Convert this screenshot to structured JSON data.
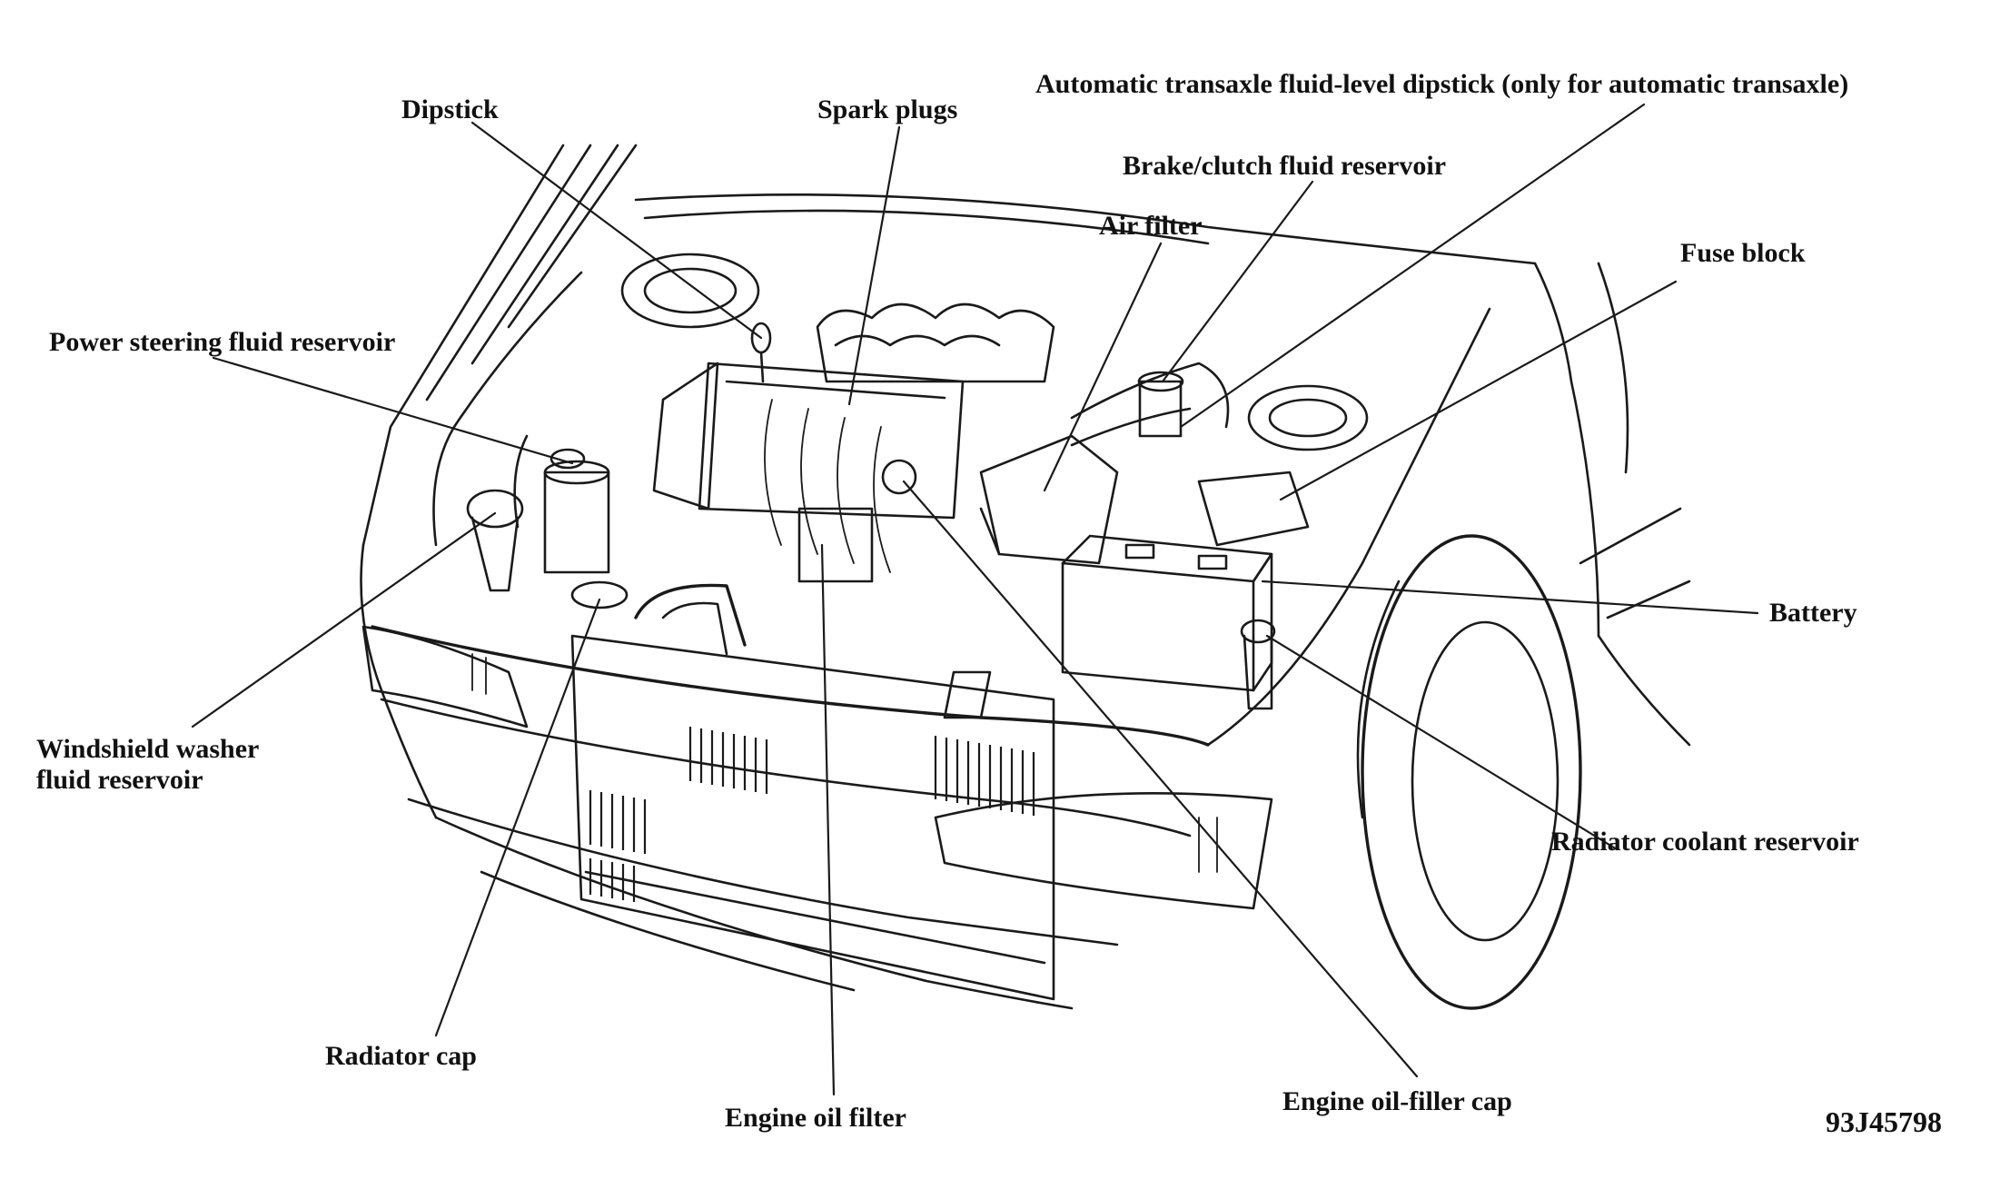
{
  "diagram": {
    "figure_id": "93J45798",
    "colors": {
      "ink": "#1a1a1a",
      "paper": "#ffffff"
    },
    "labels": {
      "dipstick": "Dipstick",
      "spark_plugs": "Spark plugs",
      "auto_transaxle_dipstick": "Automatic transaxle fluid-level dipstick (only for automatic transaxle)",
      "brake_clutch_reservoir": "Brake/clutch fluid reservoir",
      "air_filter": "Air filter",
      "fuse_block": "Fuse block",
      "power_steering_reservoir": "Power steering fluid reservoir",
      "battery": "Battery",
      "washer_reservoir": "Windshield washer\nfluid reservoir",
      "radiator_coolant_reservoir": "Radiator coolant reservoir",
      "radiator_cap": "Radiator cap",
      "engine_oil_filter": "Engine oil filter",
      "engine_oil_filler_cap": "Engine oil-filler cap"
    }
  }
}
